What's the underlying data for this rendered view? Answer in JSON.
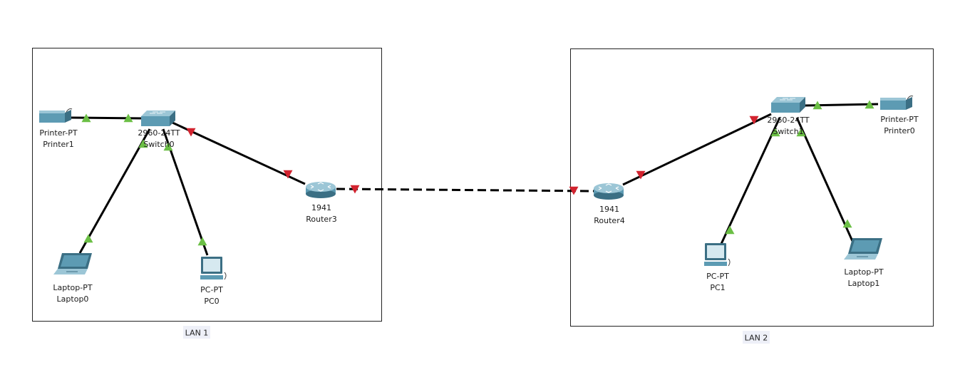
{
  "colors": {
    "link": "#000000",
    "port_up": "#6bbf45",
    "port_down": "#d2232f",
    "device_body": "#5d9bb3",
    "device_dark": "#3b6f84",
    "device_light": "#9cc6d6",
    "frame": "#222222",
    "lan_label_bg": "#eef0f8"
  },
  "areas": [
    {
      "id": "lan1",
      "label": "LAN 1"
    },
    {
      "id": "lan2",
      "label": "LAN 2"
    }
  ],
  "devices": [
    {
      "id": "printer1",
      "icon": "printer-icon",
      "model": "Printer-PT",
      "name": "Printer1"
    },
    {
      "id": "switch0",
      "icon": "switch-icon",
      "model": "2960-24TT",
      "name": "Switch0"
    },
    {
      "id": "laptop0",
      "icon": "laptop-icon",
      "model": "Laptop-PT",
      "name": "Laptop0"
    },
    {
      "id": "pc0",
      "icon": "pc-icon",
      "model": "PC-PT",
      "name": "PC0"
    },
    {
      "id": "router3",
      "icon": "router-icon",
      "model": "1941",
      "name": "Router3"
    },
    {
      "id": "router4",
      "icon": "router-icon",
      "model": "1941",
      "name": "Router4"
    },
    {
      "id": "switch1",
      "icon": "switch-icon",
      "model": "2960-24TT",
      "name": "Switch1"
    },
    {
      "id": "printer0",
      "icon": "printer-icon",
      "model": "Printer-PT",
      "name": "Printer0"
    },
    {
      "id": "pc1",
      "icon": "pc-icon",
      "model": "PC-PT",
      "name": "PC1"
    },
    {
      "id": "laptop1",
      "icon": "laptop-icon",
      "model": "Laptop-PT",
      "name": "Laptop1"
    }
  ],
  "links": [
    {
      "from": "printer1",
      "to": "switch0",
      "style": "solid",
      "status": [
        "up",
        "up"
      ]
    },
    {
      "from": "switch0",
      "to": "laptop0",
      "style": "solid",
      "status": [
        "up",
        "up"
      ]
    },
    {
      "from": "switch0",
      "to": "pc0",
      "style": "solid",
      "status": [
        "up",
        "up"
      ]
    },
    {
      "from": "switch0",
      "to": "router3",
      "style": "solid",
      "status": [
        "down",
        "down"
      ]
    },
    {
      "from": "router3",
      "to": "router4",
      "style": "dashed",
      "status": [
        "down",
        "down"
      ]
    },
    {
      "from": "router4",
      "to": "switch1",
      "style": "solid",
      "status": [
        "down",
        "down"
      ]
    },
    {
      "from": "switch1",
      "to": "printer0",
      "style": "solid",
      "status": [
        "up",
        "up"
      ]
    },
    {
      "from": "switch1",
      "to": "pc1",
      "style": "solid",
      "status": [
        "up",
        "up"
      ]
    },
    {
      "from": "switch1",
      "to": "laptop1",
      "style": "solid",
      "status": [
        "up",
        "up"
      ]
    }
  ]
}
